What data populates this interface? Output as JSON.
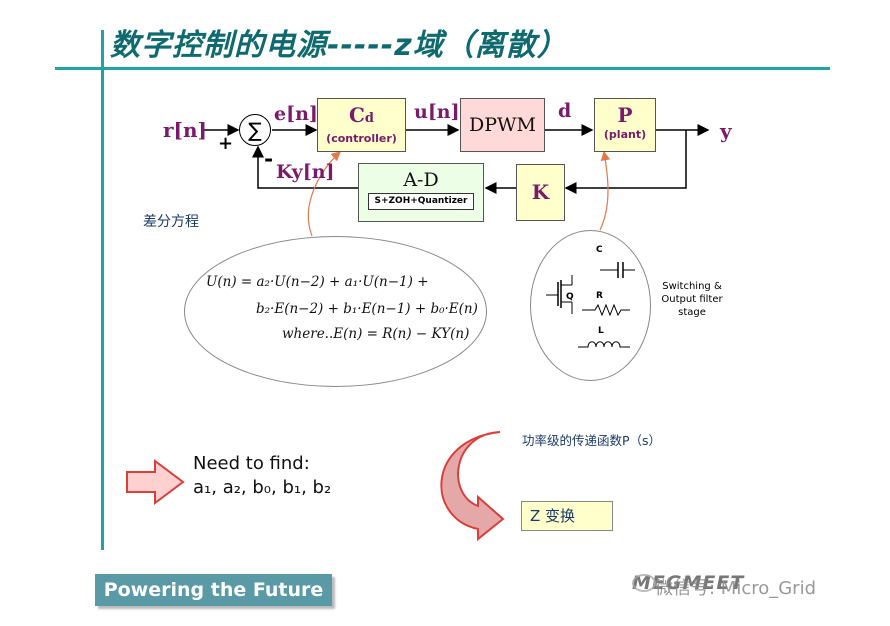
{
  "title": "数字控制的电源-----z域（离散）",
  "diagram": {
    "input_label": "r[n]",
    "plus_sign": "+",
    "minus_sign": "-",
    "sum_symbol": "∑",
    "error_label": "e[n]",
    "controller": {
      "main": "C",
      "sub": "d",
      "desc": "(controller)"
    },
    "control_label": "u[n]",
    "dpwm_label": "DPWM",
    "duty_label": "d",
    "plant": {
      "main": "P",
      "desc": "(plant)"
    },
    "output_label": "y",
    "k_label": "K",
    "feedback_label": "Ky[n]",
    "ad": {
      "main": "A-D",
      "sub": "S+ZOH+Quantizer"
    }
  },
  "diff_eq_label": "差分方程",
  "equations": {
    "line1": "U(n) = a₂·U(n−2) + a₁·U(n−1) +",
    "line2": "b₂·E(n−2) + b₁·E(n−1) + b₀·E(n)",
    "line3": "where..E(n) = R(n) − KY(n)"
  },
  "circuit": {
    "c_label": "C",
    "r_label": "R",
    "l_label": "L",
    "q_label": "Q",
    "stage_label": [
      "Switching &",
      "Output filter",
      "stage"
    ]
  },
  "power_tf_label": "功率级的传递函数P（s）",
  "z_transform_label": "Z 变换",
  "need_to_find": {
    "line1": "Need to find:",
    "line2": "a₁, a₂, b₀, b₁, b₂"
  },
  "footer": "Powering the Future",
  "watermark": "微信号: Micro_Grid",
  "logo_text": "MEGMEET",
  "colors": {
    "teal": "#1fa3a3",
    "purple": "#7a1a6a",
    "arrow_red": "#d8403a",
    "footer_bg": "#5a9aa6"
  }
}
